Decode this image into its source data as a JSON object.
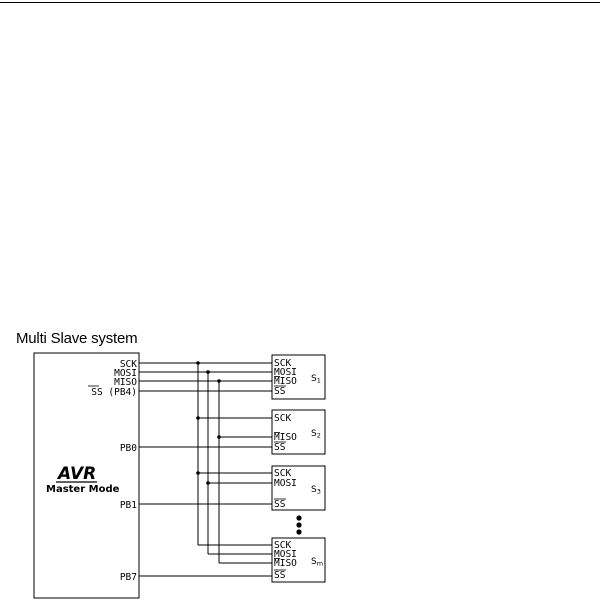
{
  "diagram": {
    "title": "Multi Slave system",
    "master": {
      "logo": "AVR",
      "mode": "Master Mode",
      "pins": [
        "SCK",
        "MOSI",
        "MISO",
        "SS (PB4)",
        "PB0",
        "PB1",
        "PB7"
      ]
    },
    "slaves": [
      {
        "name": "S",
        "sub": "1",
        "pins": [
          "SCK",
          "MOSI",
          "MISO",
          "SS"
        ]
      },
      {
        "name": "S",
        "sub": "2",
        "pins": [
          "SCK",
          "MISO",
          "SS"
        ]
      },
      {
        "name": "S",
        "sub": "3",
        "pins": [
          "SCK",
          "MOSI",
          "SS"
        ]
      },
      {
        "name": "S",
        "sub": "m",
        "pins": [
          "SCK",
          "MOSI",
          "MISO",
          "SS"
        ]
      }
    ],
    "ellipsis_icon": "vertical-ellipsis-icon"
  }
}
